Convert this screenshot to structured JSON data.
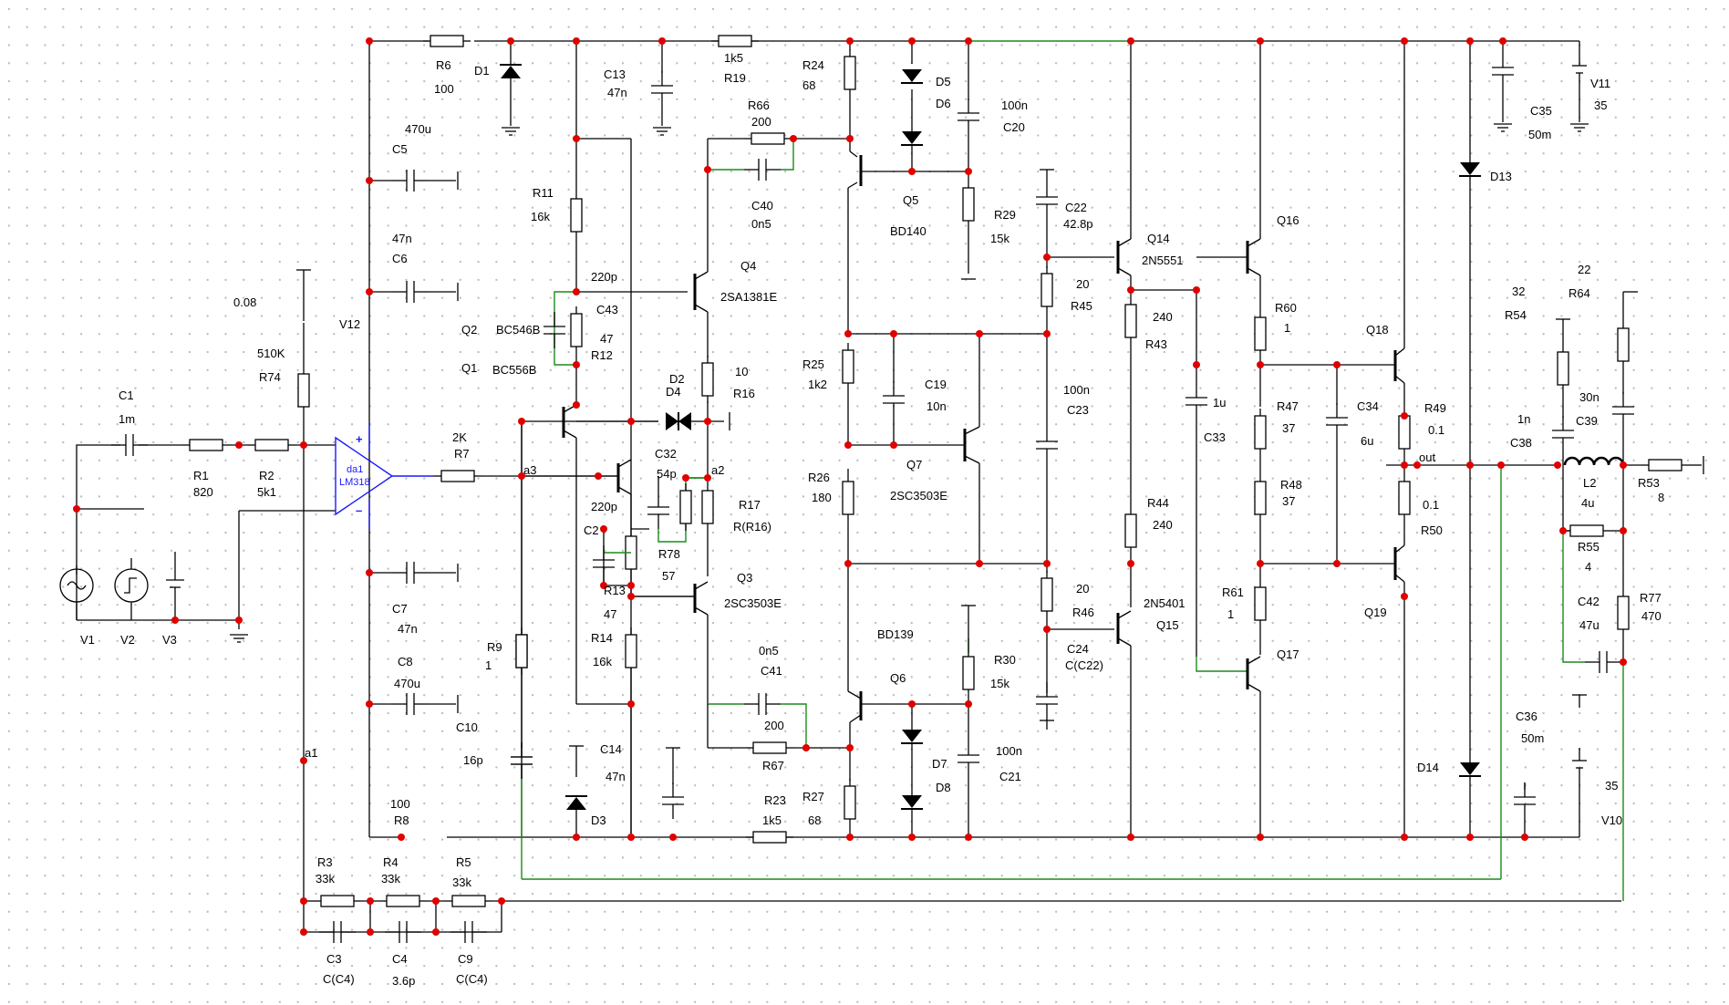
{
  "diagram": {
    "components": [
      {
        "id": "R6",
        "ref": "R6",
        "value": "100"
      },
      {
        "id": "D1",
        "ref": "D1",
        "value": ""
      },
      {
        "id": "C13",
        "ref": "C13",
        "value": "47n"
      },
      {
        "id": "R19",
        "ref": "R19",
        "value": "1k5"
      },
      {
        "id": "R24",
        "ref": "R24",
        "value": "68"
      },
      {
        "id": "D5",
        "ref": "D5",
        "value": ""
      },
      {
        "id": "D6",
        "ref": "D6",
        "value": ""
      },
      {
        "id": "C20",
        "ref": "C20",
        "value": "100n"
      },
      {
        "id": "C35",
        "ref": "C35",
        "value": "50m"
      },
      {
        "id": "V11",
        "ref": "V11",
        "value": "35"
      },
      {
        "id": "R66",
        "ref": "R66",
        "value": "200"
      },
      {
        "id": "C40",
        "ref": "C40",
        "value": "0n5"
      },
      {
        "id": "Q5",
        "ref": "Q5",
        "value": "BD140"
      },
      {
        "id": "R29",
        "ref": "R29",
        "value": "15k"
      },
      {
        "id": "C22",
        "ref": "C22",
        "value": "42.8p"
      },
      {
        "id": "Q14",
        "ref": "Q14",
        "value": "2N5551"
      },
      {
        "id": "Q16",
        "ref": "Q16",
        "value": ""
      },
      {
        "id": "D13",
        "ref": "D13",
        "value": ""
      },
      {
        "id": "C5",
        "ref": "C5",
        "value": "470u"
      },
      {
        "id": "R11",
        "ref": "R11",
        "value": "16k"
      },
      {
        "id": "C6",
        "ref": "C6",
        "value": "47n"
      },
      {
        "id": "Q4",
        "ref": "Q4",
        "value": "2SA1381E"
      },
      {
        "id": "V12",
        "ref": "V12",
        "value": "0.08"
      },
      {
        "id": "C43",
        "ref": "C43",
        "value": "220p"
      },
      {
        "id": "R12",
        "ref": "R12",
        "value": "47"
      },
      {
        "id": "Q2",
        "ref": "Q2",
        "value": "BC546B"
      },
      {
        "id": "Q1",
        "ref": "Q1",
        "value": "BC556B"
      },
      {
        "id": "R74",
        "ref": "R74",
        "value": "510K"
      },
      {
        "id": "R45",
        "ref": "R45",
        "value": "20"
      },
      {
        "id": "R43",
        "ref": "R43",
        "value": "240"
      },
      {
        "id": "R60",
        "ref": "R60",
        "value": "1"
      },
      {
        "id": "Q18",
        "ref": "Q18",
        "value": ""
      },
      {
        "id": "R54",
        "ref": "R54",
        "value": "32"
      },
      {
        "id": "R64",
        "ref": "R64",
        "value": "22"
      },
      {
        "id": "C39",
        "ref": "C39",
        "value": "30n"
      },
      {
        "id": "C38",
        "ref": "C38",
        "value": "1n"
      },
      {
        "id": "C1",
        "ref": "C1",
        "value": "1m"
      },
      {
        "id": "R1",
        "ref": "R1",
        "value": "820"
      },
      {
        "id": "R2",
        "ref": "R2",
        "value": "5k1"
      },
      {
        "id": "da1",
        "ref": "da1",
        "value": "LM318"
      },
      {
        "id": "R7",
        "ref": "R7",
        "value": "2K"
      },
      {
        "id": "D2",
        "ref": "D2",
        "value": ""
      },
      {
        "id": "D4",
        "ref": "D4",
        "value": ""
      },
      {
        "id": "R16",
        "ref": "R16",
        "value": "10"
      },
      {
        "id": "R25",
        "ref": "R25",
        "value": "1k2"
      },
      {
        "id": "C19",
        "ref": "C19",
        "value": "10n"
      },
      {
        "id": "C23",
        "ref": "C23",
        "value": "100n"
      },
      {
        "id": "C33",
        "ref": "C33",
        "value": "1u"
      },
      {
        "id": "R47",
        "ref": "R47",
        "value": "37"
      },
      {
        "id": "C34",
        "ref": "C34",
        "value": "6u"
      },
      {
        "id": "R49",
        "ref": "R49",
        "value": "0.1"
      },
      {
        "id": "C32",
        "ref": "C32",
        "value": "54p"
      },
      {
        "id": "R26",
        "ref": "R26",
        "value": "180"
      },
      {
        "id": "Q7",
        "ref": "Q7",
        "value": "2SC3503E"
      },
      {
        "id": "R48",
        "ref": "R48",
        "value": "37"
      },
      {
        "id": "L2",
        "ref": "L2",
        "value": "4u"
      },
      {
        "id": "R53",
        "ref": "R53",
        "value": "8"
      },
      {
        "id": "R50",
        "ref": "R50",
        "value": "0.1"
      },
      {
        "id": "R17",
        "ref": "R17",
        "value": "R(R16)"
      },
      {
        "id": "C2",
        "ref": "C2",
        "value": "220p"
      },
      {
        "id": "R44",
        "ref": "R44",
        "value": "240"
      },
      {
        "id": "R55",
        "ref": "R55",
        "value": "4"
      },
      {
        "id": "R78",
        "ref": "R78",
        "value": "57"
      },
      {
        "id": "R13",
        "ref": "R13",
        "value": "47"
      },
      {
        "id": "Q3",
        "ref": "Q3",
        "value": "2SC3503E"
      },
      {
        "id": "R46",
        "ref": "R46",
        "value": "20"
      },
      {
        "id": "Q15",
        "ref": "Q15",
        "value": "2N5401"
      },
      {
        "id": "R61",
        "ref": "R61",
        "value": "1"
      },
      {
        "id": "Q19",
        "ref": "Q19",
        "value": ""
      },
      {
        "id": "C42",
        "ref": "C42",
        "value": "47u"
      },
      {
        "id": "R77",
        "ref": "R77",
        "value": "470"
      },
      {
        "id": "C7",
        "ref": "C7",
        "value": "47n"
      },
      {
        "id": "R9",
        "ref": "R9",
        "value": "1"
      },
      {
        "id": "R14",
        "ref": "R14",
        "value": "16k"
      },
      {
        "id": "Q6",
        "ref": "Q6",
        "value": "BD139"
      },
      {
        "id": "R30",
        "ref": "R30",
        "value": "15k"
      },
      {
        "id": "C24",
        "ref": "C24",
        "value": "C(C22)"
      },
      {
        "id": "Q17",
        "ref": "Q17",
        "value": ""
      },
      {
        "id": "C8",
        "ref": "C8",
        "value": "470u"
      },
      {
        "id": "C41",
        "ref": "C41",
        "value": "0n5"
      },
      {
        "id": "C10",
        "ref": "C10",
        "value": "16p"
      },
      {
        "id": "C14",
        "ref": "C14",
        "value": "47n"
      },
      {
        "id": "R67",
        "ref": "R67",
        "value": "200"
      },
      {
        "id": "D7",
        "ref": "D7",
        "value": ""
      },
      {
        "id": "D8",
        "ref": "D8",
        "value": ""
      },
      {
        "id": "C21",
        "ref": "C21",
        "value": "100n"
      },
      {
        "id": "C36",
        "ref": "C36",
        "value": "50m"
      },
      {
        "id": "D14",
        "ref": "D14",
        "value": ""
      },
      {
        "id": "V10",
        "ref": "V10",
        "value": "35"
      },
      {
        "id": "R8",
        "ref": "R8",
        "value": "100"
      },
      {
        "id": "D3",
        "ref": "D3",
        "value": ""
      },
      {
        "id": "R23",
        "ref": "R23",
        "value": "1k5"
      },
      {
        "id": "R27",
        "ref": "R27",
        "value": "68"
      },
      {
        "id": "R3",
        "ref": "R3",
        "value": "33k"
      },
      {
        "id": "R4",
        "ref": "R4",
        "value": "33k"
      },
      {
        "id": "R5",
        "ref": "R5",
        "value": "33k"
      },
      {
        "id": "C3",
        "ref": "C3",
        "value": "C(C4)"
      },
      {
        "id": "C4",
        "ref": "C4",
        "value": "3.6p"
      },
      {
        "id": "C9",
        "ref": "C9",
        "value": "C(C4)"
      },
      {
        "id": "V1",
        "ref": "V1",
        "value": ""
      },
      {
        "id": "V2",
        "ref": "V2",
        "value": ""
      },
      {
        "id": "V3",
        "ref": "V3",
        "value": ""
      }
    ],
    "nets": {
      "a1": "a1",
      "a2": "a2",
      "a3": "a3",
      "out": "out"
    },
    "opamp_signs": {
      "plus": "+",
      "minus": "–"
    }
  }
}
